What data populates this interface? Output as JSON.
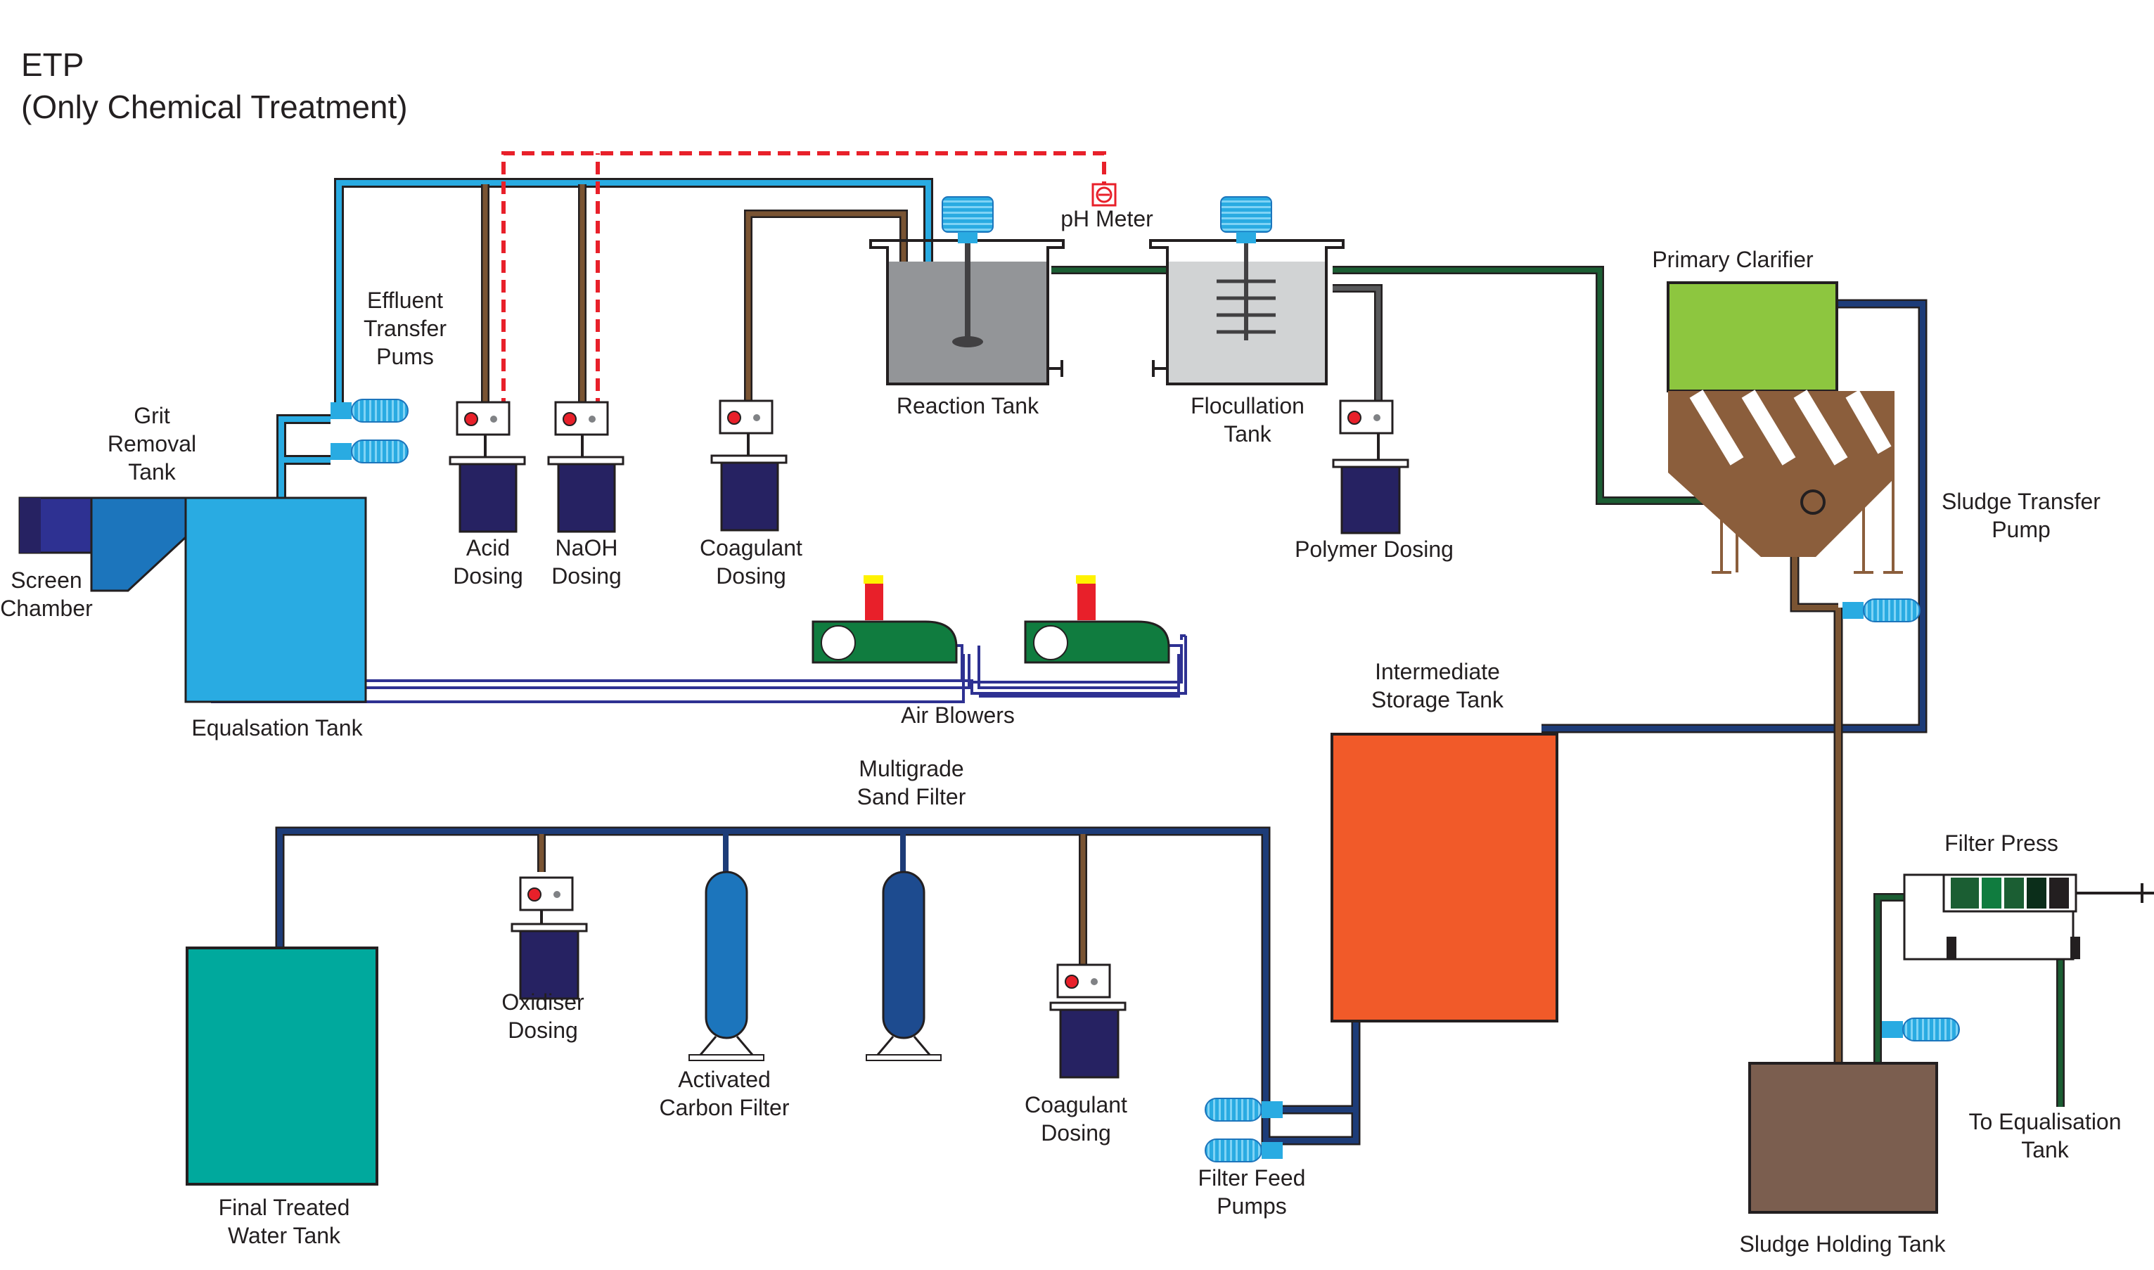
{
  "title": {
    "line1": "ETP",
    "line2": "(Only Chemical Treatment)"
  },
  "labels": {
    "screen_chamber": [
      "Screen",
      "Chamber"
    ],
    "grit_removal": [
      "Grit",
      "Removal",
      "Tank"
    ],
    "equalisation_tank": "Equalsation Tank",
    "effluent_pumps": [
      "Effluent",
      "Transfer",
      "Pums"
    ],
    "acid_dosing": [
      "Acid",
      "Dosing"
    ],
    "naoh_dosing": [
      "NaOH",
      "Dosing"
    ],
    "coagulant_dosing_top": [
      "Coagulant",
      "Dosing"
    ],
    "ph_meter": "pH Meter",
    "reaction_tank": "Reaction Tank",
    "flocculation_tank": [
      "Flocullation",
      "Tank"
    ],
    "polymer_dosing": "Polymer Dosing",
    "primary_clarifier": "Primary Clarifier",
    "sludge_transfer_pump": [
      "Sludge Transfer",
      "Pump"
    ],
    "air_blowers": "Air Blowers",
    "intermediate_tank": [
      "Intermediate",
      "Storage Tank"
    ],
    "multigrade_filter": [
      "Multigrade",
      "Sand Filter"
    ],
    "oxidiser_dosing": [
      "Oxidiser",
      "Dosing"
    ],
    "carbon_filter": [
      "Activated",
      "Carbon Filter"
    ],
    "coagulant_dosing_bottom": [
      "Coagulant",
      "Dosing"
    ],
    "filter_feed_pumps": [
      "Filter Feed",
      "Pumps"
    ],
    "final_tank": [
      "Final Treated",
      "Water Tank"
    ],
    "filter_press": "Filter Press",
    "to_equalisation": [
      "To Equalisation",
      "Tank"
    ],
    "sludge_holding": "Sludge Holding Tank"
  },
  "colors": {
    "pipe_light_blue": "#29abe2",
    "pipe_brown": "#7a5433",
    "pipe_green": "#1b5e33",
    "pipe_navy": "#1d3c78",
    "signal_red": "#e8202a",
    "equalisation_tank": "#29abe2",
    "primary_clarifier": "#8dc63f",
    "intermediate_tank": "#f15a29",
    "final_tank": "#00a99d",
    "sludge_holding": "#7b5e4f",
    "dosing_tank": "#262262",
    "blower_body": "#107c3f"
  }
}
